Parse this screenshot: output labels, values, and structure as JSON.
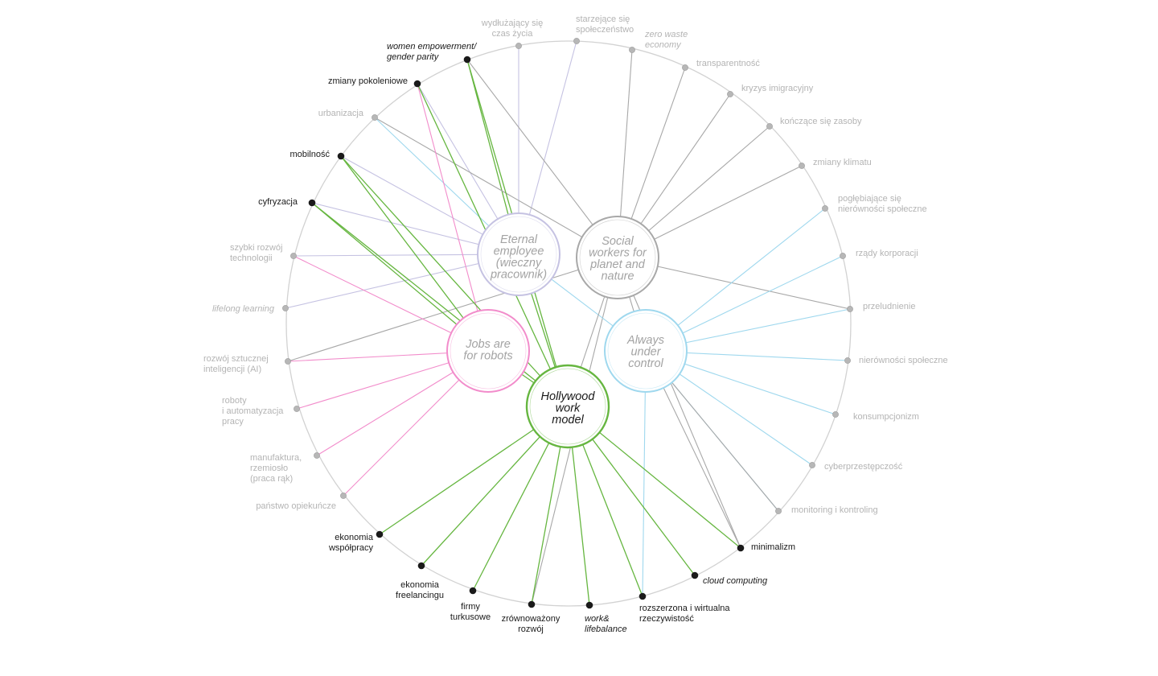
{
  "colors": {
    "ring": "#d2d2d2",
    "pink": "#f28ccb",
    "blue": "#9fd8ee",
    "green": "#66b640",
    "lavender": "#c5c2e2",
    "gray": "#a8a8a8",
    "muted_text": "#b4b4b4",
    "dark_text": "#1a1a1a",
    "node_muted": "#b7b7b7",
    "node_dark": "#1a1a1a"
  },
  "hubs": [
    {
      "id": "eternal",
      "lines": [
        "Eternal",
        "employee",
        "(wieczny",
        "pracownik)"
      ],
      "color": "lavender",
      "style": "muted"
    },
    {
      "id": "social",
      "lines": [
        "Social",
        "workers for",
        "planet and",
        "nature"
      ],
      "color": "gray",
      "style": "muted"
    },
    {
      "id": "robots",
      "lines": [
        "Jobs are",
        "for robots"
      ],
      "color": "pink",
      "style": "muted"
    },
    {
      "id": "always",
      "lines": [
        "Always",
        "under",
        "control"
      ],
      "color": "blue",
      "style": "muted"
    },
    {
      "id": "hollywood",
      "lines": [
        "Hollywood",
        "work",
        "model"
      ],
      "color": "green",
      "style": "dark"
    }
  ],
  "factors": [
    {
      "id": "wydluzajacy",
      "lines": [
        "wydłużający się",
        "czas życia"
      ],
      "style": "muted",
      "italic": false
    },
    {
      "id": "starzejace",
      "lines": [
        "starzejące się",
        "społeczeństwo"
      ],
      "style": "muted",
      "italic": false
    },
    {
      "id": "zerowaste",
      "lines": [
        "zero waste",
        "economy"
      ],
      "style": "muted",
      "italic": true
    },
    {
      "id": "transparentnosc",
      "lines": [
        "transparentność"
      ],
      "style": "muted",
      "italic": false
    },
    {
      "id": "kryzys",
      "lines": [
        "kryzys imigracyjny"
      ],
      "style": "muted",
      "italic": false
    },
    {
      "id": "konczace",
      "lines": [
        "kończące się zasoby"
      ],
      "style": "muted",
      "italic": false
    },
    {
      "id": "klimatu",
      "lines": [
        "zmiany klimatu"
      ],
      "style": "muted",
      "italic": false
    },
    {
      "id": "poglebiajace",
      "lines": [
        "pogłębiające się",
        "nierówności społeczne"
      ],
      "style": "muted",
      "italic": false
    },
    {
      "id": "rzady",
      "lines": [
        "rządy korporacji"
      ],
      "style": "muted",
      "italic": false
    },
    {
      "id": "przeludnienie",
      "lines": [
        "przeludnienie"
      ],
      "style": "muted",
      "italic": false
    },
    {
      "id": "nierownosci",
      "lines": [
        "nierówności społeczne"
      ],
      "style": "muted",
      "italic": false
    },
    {
      "id": "konsumpcjonizm",
      "lines": [
        "konsumpcjonizm"
      ],
      "style": "muted",
      "italic": false
    },
    {
      "id": "cyber",
      "lines": [
        "cyberprzestępczość"
      ],
      "style": "muted",
      "italic": false
    },
    {
      "id": "monitoring",
      "lines": [
        "monitoring i kontroling"
      ],
      "style": "muted",
      "italic": false
    },
    {
      "id": "minimalizm",
      "lines": [
        "minimalizm"
      ],
      "style": "dark",
      "italic": false
    },
    {
      "id": "cloud",
      "lines": [
        "cloud computing"
      ],
      "style": "dark",
      "italic": true
    },
    {
      "id": "rozszerzona",
      "lines": [
        "rozszerzona i wirtualna",
        "rzeczywistość"
      ],
      "style": "dark",
      "italic": false
    },
    {
      "id": "worklife",
      "lines": [
        "work&",
        "lifebalance"
      ],
      "style": "dark",
      "italic": true
    },
    {
      "id": "zrownowazony",
      "lines": [
        "zrównoważony",
        "rozwój"
      ],
      "style": "dark",
      "italic": false
    },
    {
      "id": "turkusowe",
      "lines": [
        "firmy",
        "turkusowe"
      ],
      "style": "dark",
      "italic": false
    },
    {
      "id": "freelancing",
      "lines": [
        "ekonomia",
        "freelancingu"
      ],
      "style": "dark",
      "italic": false
    },
    {
      "id": "wspolpracy",
      "lines": [
        "ekonomia",
        "współpracy"
      ],
      "style": "dark",
      "italic": false
    },
    {
      "id": "opiekuncze",
      "lines": [
        "państwo opiekuńcze"
      ],
      "style": "muted",
      "italic": false
    },
    {
      "id": "manufaktura",
      "lines": [
        "manufaktura,",
        "rzemiosło",
        "(praca rąk)"
      ],
      "style": "muted",
      "italic": false
    },
    {
      "id": "roboty",
      "lines": [
        "roboty",
        "i automatyzacja",
        "pracy"
      ],
      "style": "muted",
      "italic": false
    },
    {
      "id": "ai",
      "lines": [
        "rozwój sztucznej",
        "inteligencji (AI)"
      ],
      "style": "muted",
      "italic": false
    },
    {
      "id": "lifelong",
      "lines": [
        "lifelong learning"
      ],
      "style": "muted",
      "italic": true
    },
    {
      "id": "szybki",
      "lines": [
        "szybki rozwój",
        "technologii"
      ],
      "style": "muted",
      "italic": false
    },
    {
      "id": "cyfryzacja",
      "lines": [
        "cyfryzacja"
      ],
      "style": "dark",
      "italic": false
    },
    {
      "id": "mobilnosc",
      "lines": [
        "mobilność"
      ],
      "style": "dark",
      "italic": false
    },
    {
      "id": "urbanizacja",
      "lines": [
        "urbanizacja"
      ],
      "style": "muted",
      "italic": false
    },
    {
      "id": "pokoleniowe",
      "lines": [
        "zmiany pokoleniowe"
      ],
      "style": "dark",
      "italic": false
    },
    {
      "id": "women",
      "lines": [
        "women empowerment/",
        "gender parity"
      ],
      "style": "dark",
      "italic": true
    }
  ],
  "connections": [
    {
      "from": "wydluzajacy",
      "to": "eternal",
      "color": "lavender"
    },
    {
      "from": "starzejace",
      "to": "eternal",
      "color": "lavender"
    },
    {
      "from": "women",
      "to": "eternal",
      "color": "green"
    },
    {
      "from": "pokoleniowe",
      "to": "eternal",
      "color": "lavender"
    },
    {
      "from": "urbanizacja",
      "to": "eternal",
      "color": "blue"
    },
    {
      "from": "mobilnosc",
      "to": "eternal",
      "color": "lavender"
    },
    {
      "from": "cyfryzacja",
      "to": "eternal",
      "color": "lavender"
    },
    {
      "from": "szybki",
      "to": "eternal",
      "color": "lavender"
    },
    {
      "from": "lifelong",
      "to": "eternal",
      "color": "lavender"
    },
    {
      "from": "women",
      "to": "social",
      "color": "gray"
    },
    {
      "from": "zerowaste",
      "to": "social",
      "color": "gray"
    },
    {
      "from": "transparentnosc",
      "to": "social",
      "color": "gray"
    },
    {
      "from": "kryzys",
      "to": "social",
      "color": "gray"
    },
    {
      "from": "konczace",
      "to": "social",
      "color": "gray"
    },
    {
      "from": "klimatu",
      "to": "social",
      "color": "gray"
    },
    {
      "from": "przeludnienie",
      "to": "social",
      "color": "gray"
    },
    {
      "from": "urbanizacja",
      "to": "social",
      "color": "gray"
    },
    {
      "from": "ai",
      "to": "social",
      "color": "gray"
    },
    {
      "from": "minimalizm",
      "to": "social",
      "color": "gray"
    },
    {
      "from": "zrownowazony",
      "to": "social",
      "color": "gray"
    },
    {
      "from": "pokoleniowe",
      "to": "robots",
      "color": "pink"
    },
    {
      "from": "mobilnosc",
      "to": "robots",
      "color": "green"
    },
    {
      "from": "cyfryzacja",
      "to": "robots",
      "color": "green"
    },
    {
      "from": "szybki",
      "to": "robots",
      "color": "pink"
    },
    {
      "from": "ai",
      "to": "robots",
      "color": "pink"
    },
    {
      "from": "roboty",
      "to": "robots",
      "color": "pink"
    },
    {
      "from": "manufaktura",
      "to": "robots",
      "color": "pink"
    },
    {
      "from": "opiekuncze",
      "to": "robots",
      "color": "pink"
    },
    {
      "from": "poglebiajace",
      "to": "always",
      "color": "blue"
    },
    {
      "from": "rzady",
      "to": "always",
      "color": "blue"
    },
    {
      "from": "przeludnienie",
      "to": "always",
      "color": "blue"
    },
    {
      "from": "nierownosci",
      "to": "always",
      "color": "blue"
    },
    {
      "from": "konsumpcjonizm",
      "to": "always",
      "color": "blue"
    },
    {
      "from": "cyber",
      "to": "always",
      "color": "blue"
    },
    {
      "from": "monitoring",
      "to": "always",
      "color": "blue"
    },
    {
      "from": "rozszerzona",
      "to": "always",
      "color": "blue"
    },
    {
      "from": "monitoring",
      "to": "always",
      "color": "gray"
    },
    {
      "from": "minimalizm",
      "to": "always",
      "color": "gray"
    },
    {
      "from": "eternal",
      "to": "always",
      "color": "blue"
    },
    {
      "from": "social",
      "to": "always",
      "color": "gray"
    },
    {
      "from": "social",
      "to": "hollywood",
      "color": "gray"
    },
    {
      "from": "eternal",
      "to": "hollywood",
      "color": "green"
    },
    {
      "from": "robots",
      "to": "hollywood",
      "color": "green"
    },
    {
      "from": "women",
      "to": "hollywood",
      "color": "green"
    },
    {
      "from": "pokoleniowe",
      "to": "hollywood",
      "color": "green"
    },
    {
      "from": "mobilnosc",
      "to": "hollywood",
      "color": "green"
    },
    {
      "from": "cyfryzacja",
      "to": "hollywood",
      "color": "green"
    },
    {
      "from": "wspolpracy",
      "to": "hollywood",
      "color": "green"
    },
    {
      "from": "freelancing",
      "to": "hollywood",
      "color": "green"
    },
    {
      "from": "turkusowe",
      "to": "hollywood",
      "color": "green"
    },
    {
      "from": "zrownowazony",
      "to": "hollywood",
      "color": "green"
    },
    {
      "from": "worklife",
      "to": "hollywood",
      "color": "green"
    },
    {
      "from": "rozszerzona",
      "to": "hollywood",
      "color": "green"
    },
    {
      "from": "cloud",
      "to": "hollywood",
      "color": "green"
    },
    {
      "from": "minimalizm",
      "to": "hollywood",
      "color": "green"
    }
  ]
}
